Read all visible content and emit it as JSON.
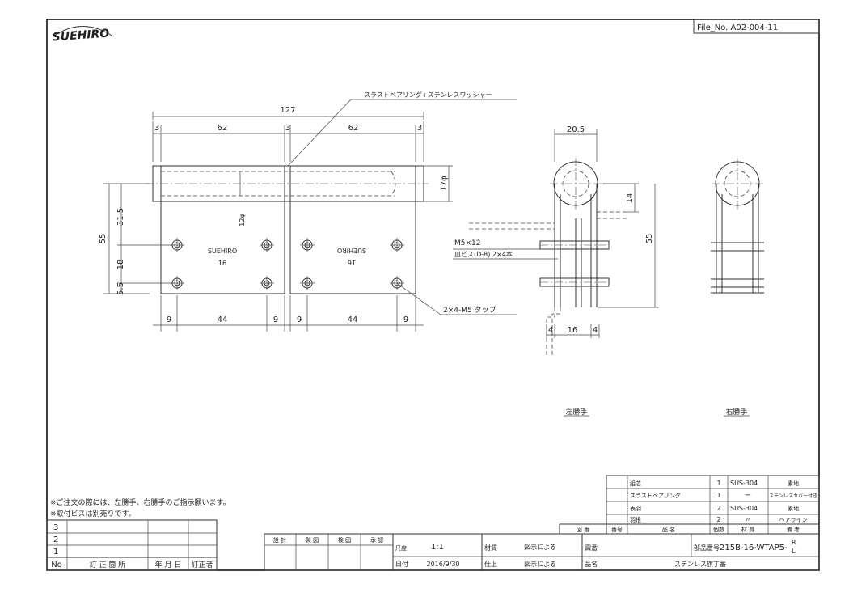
{
  "logo": "SUEHIRO",
  "file_no": "File_No. A02-004-11",
  "leader_top": "スラストベアリング+ステンレスワッシャー",
  "dims": {
    "overall": "127",
    "edge_a": "3",
    "leaf_a": "62",
    "edge_b": "3",
    "leaf_b": "62",
    "edge_c": "3",
    "pin_dia": "17φ",
    "height_55": "55",
    "dim_31_5": "31.5",
    "dim_18": "18",
    "dim_5_5": "5.5",
    "inner_dia": "12φ",
    "bot_9a": "9",
    "bot_44a": "44",
    "bot_9b": "9",
    "bot_9c": "9",
    "bot_44b": "44",
    "bot_9d": "9",
    "side_20_5": "20.5",
    "side_14": "14",
    "side_55": "55",
    "side_4a": "4",
    "side_16": "16",
    "side_4b": "4"
  },
  "leaf_text": {
    "brand_left": "SUEHIRO",
    "size_left": "16",
    "brand_right": "SUEHIRO",
    "size_right": "16"
  },
  "tap_note": "2×4-M5 タップ",
  "screw_note_1": "M5×12",
  "screw_note_2": "皿ビス(D-8) 2×4本",
  "view_left": "左勝手",
  "view_right": "右勝手",
  "notes": [
    "※ご注文の際には、左勝手、右勝手のご指示願います。",
    "※取付ビスは別売りです。"
  ],
  "parts_table": {
    "rows": [
      {
        "name": "組芯",
        "qty": "1",
        "material": "SUS-304",
        "remark": "素地"
      },
      {
        "name": "スラストベアリング",
        "qty": "1",
        "material": "ー",
        "remark": "ステンレスカバー付き"
      },
      {
        "name": "表羽",
        "qty": "2",
        "material": "SUS-304",
        "remark": "素地"
      },
      {
        "name": "羽根",
        "qty": "2",
        "material": "〃",
        "remark": "ヘアライン"
      }
    ],
    "header": {
      "zuban": "図 番",
      "banngo": "番号",
      "hinmei": "品 名",
      "kosu": "個数",
      "zaishitsu": "材 質",
      "biko": "備 考"
    }
  },
  "revision": {
    "rows": [
      "3",
      "2",
      "1"
    ],
    "header": {
      "no": "No",
      "content": "訂 正 箇 所",
      "date": "年 月 日",
      "person": "訂正者"
    }
  },
  "title_block": {
    "roles": [
      "設 計",
      "製 図",
      "検 図",
      "承 認"
    ],
    "scale_label": "尺度",
    "scale_value": "1:1",
    "date_label": "日付",
    "date_value": "2016/9/30",
    "material_label": "材質",
    "material_value": "図示による",
    "finish_label": "仕上",
    "finish_value": "図示による",
    "drawing_label": "図番",
    "part_label": "部品番号",
    "part_value": "215B-16-WTAP5-",
    "part_suffix_r": "R",
    "part_suffix_l": "L",
    "name_label": "品名",
    "name_value": "ステンレス旗丁番"
  }
}
